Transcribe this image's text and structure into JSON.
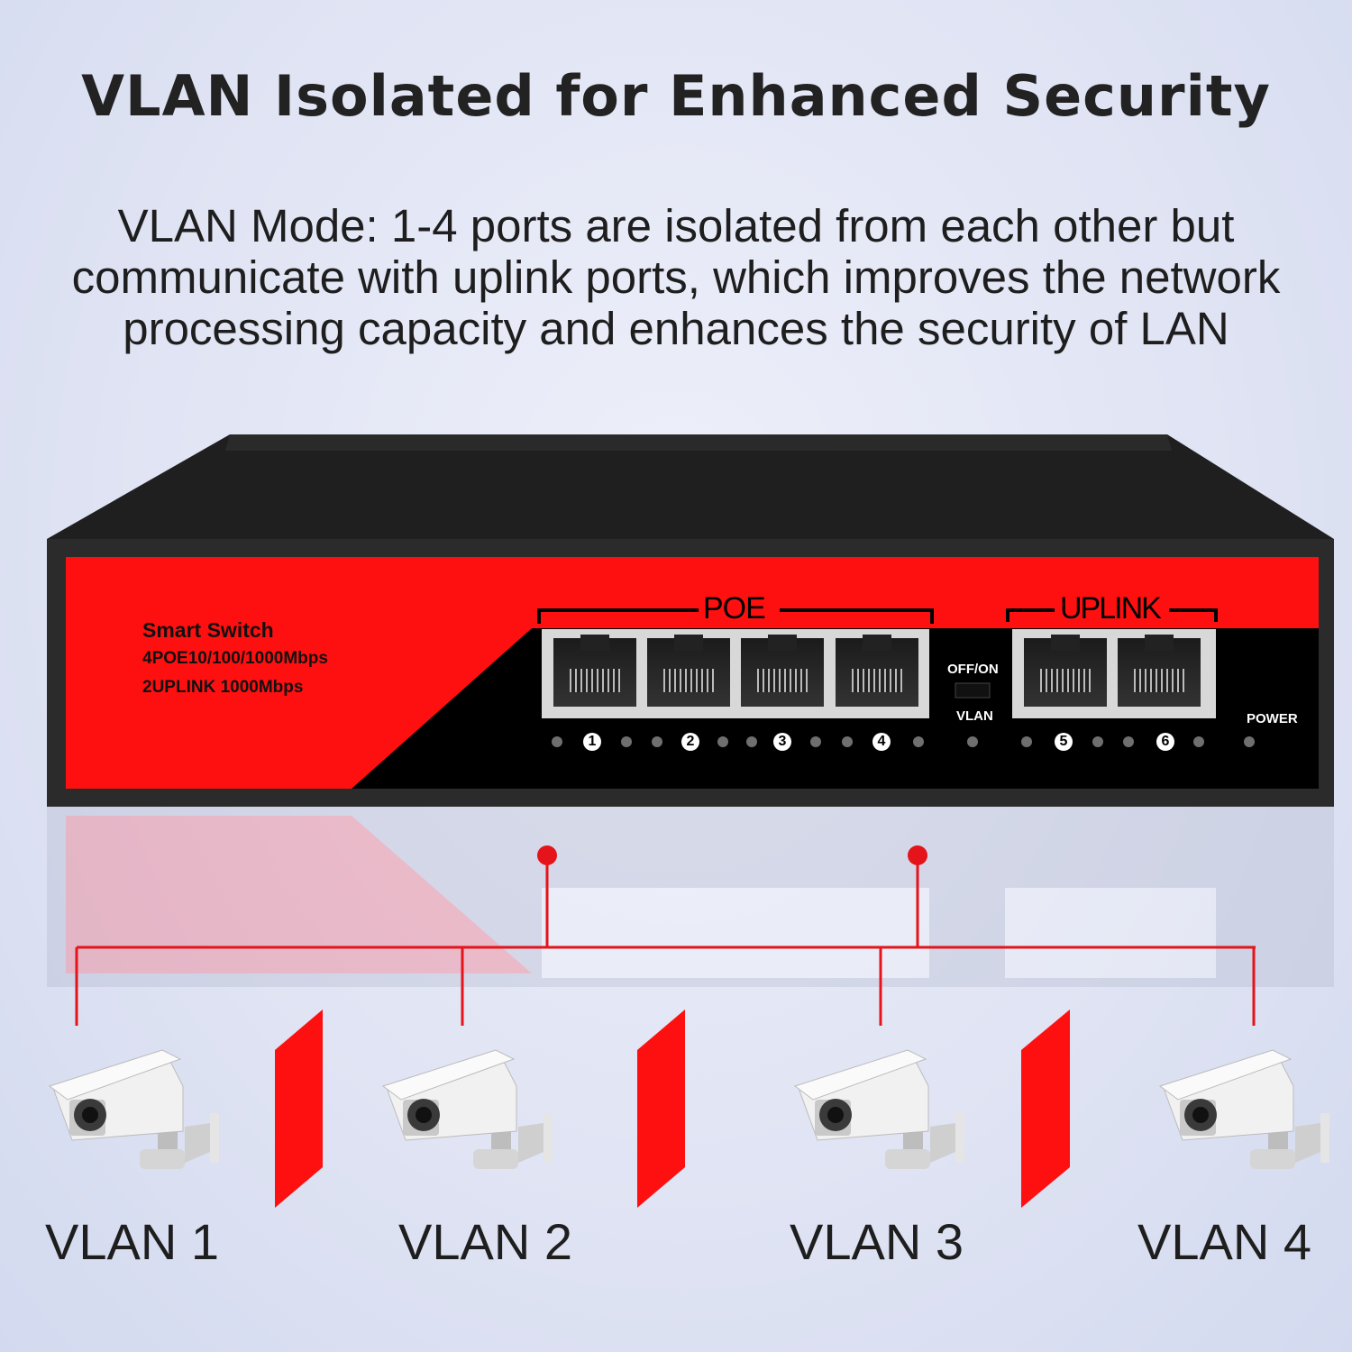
{
  "title": "VLAN Isolated for Enhanced Security",
  "description": [
    "VLAN Mode: 1-4 ports are isolated from each other but",
    "communicate with uplink ports, which improves the network",
    "processing capacity and enhances the security of LAN"
  ],
  "switch": {
    "label_lines": [
      "Smart Switch",
      "4POE10/100/1000Mbps",
      "2UPLINK 1000Mbps"
    ],
    "poe_label": "POE",
    "uplink_label": "UPLINK",
    "switch_top_label": "OFF/ON",
    "switch_bottom_label": "VLAN",
    "power_label": "POWER",
    "port_numbers": [
      "1",
      "2",
      "3",
      "4",
      "5",
      "6"
    ]
  },
  "vlans": [
    "VLAN 1",
    "VLAN 2",
    "VLAN 3",
    "VLAN 4"
  ],
  "colors": {
    "accent": "#ff1111",
    "panel": "#000000",
    "body": "#222222"
  }
}
